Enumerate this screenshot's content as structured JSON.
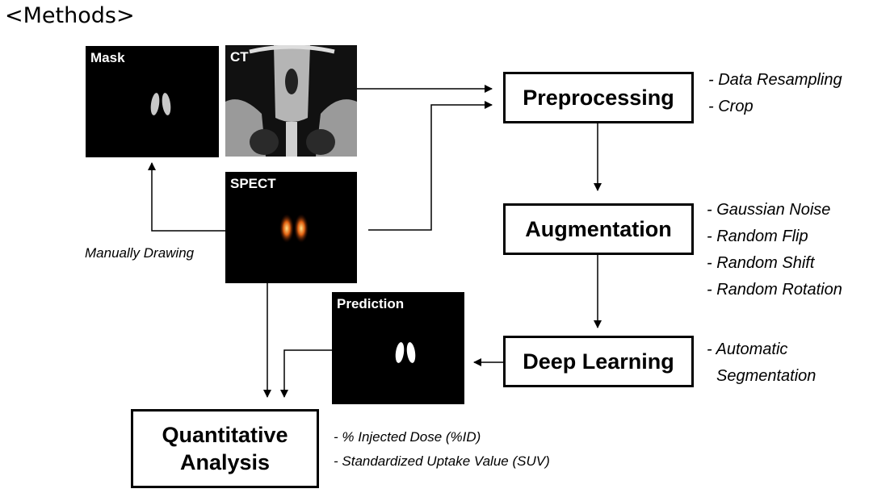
{
  "title": "<Methods>",
  "images": {
    "mask": "Mask",
    "ct": "CT",
    "spect": "SPECT",
    "prediction": "Prediction"
  },
  "annotations": {
    "manual": "Manually Drawing"
  },
  "steps": {
    "preprocessing": {
      "label": "Preprocessing",
      "notes": [
        "- Data Resampling",
        "- Crop"
      ]
    },
    "augmentation": {
      "label": "Augmentation",
      "notes": [
        "- Gaussian Noise",
        "- Random Flip",
        "- Random Shift",
        "- Random Rotation"
      ]
    },
    "deep_learning": {
      "label": "Deep Learning",
      "notes": [
        "- Automatic",
        "Segmentation"
      ]
    },
    "quantitative": {
      "label_line1": "Quantitative",
      "label_line2": "Analysis",
      "notes": [
        "- % Injected Dose (%ID)",
        "- Standardized Uptake Value (SUV)"
      ]
    }
  }
}
